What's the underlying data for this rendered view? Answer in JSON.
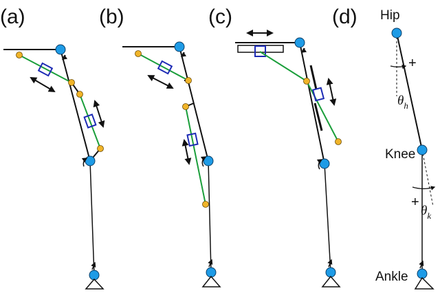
{
  "panels": [
    {
      "label": "(a)"
    },
    {
      "label": "(b)"
    },
    {
      "label": "(c)"
    },
    {
      "label": "(d)"
    }
  ],
  "joint_labels": {
    "hip": "Hip",
    "knee": "Knee",
    "ankle": "Ankle"
  },
  "angles": {
    "hip": {
      "symbol": "θ",
      "subscript": "h",
      "sign": "+"
    },
    "knee": {
      "symbol": "θ",
      "subscript": "k",
      "sign": "+"
    }
  },
  "colors": {
    "joint": "#1e9be6",
    "pivot": "#f0b429",
    "actuator_link": "#1a9e3a",
    "actuator_box": "#1d2bb5",
    "skeleton": "#111111"
  }
}
